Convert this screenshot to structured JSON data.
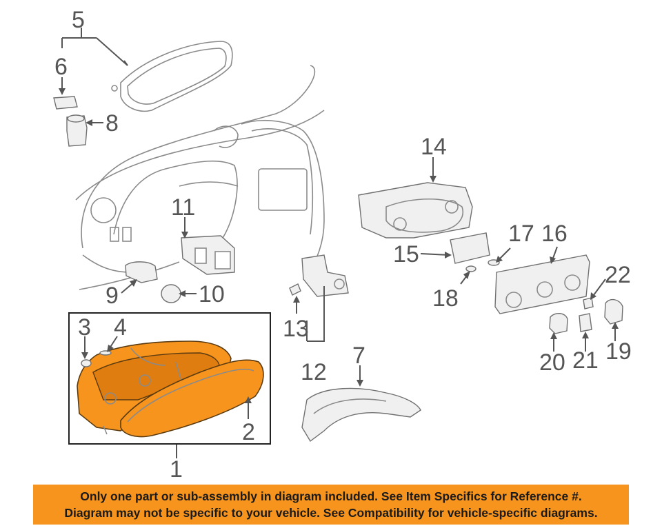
{
  "callouts": {
    "c1": "1",
    "c2": "2",
    "c3": "3",
    "c4": "4",
    "c5": "5",
    "c6": "6",
    "c7": "7",
    "c8": "8",
    "c9": "9",
    "c10": "10",
    "c11": "11",
    "c12": "12",
    "c13": "13",
    "c14": "14",
    "c15": "15",
    "c16": "16",
    "c17": "17",
    "c18": "18",
    "c19": "19",
    "c20": "20",
    "c21": "21",
    "c22": "22"
  },
  "notice": {
    "line1": "Only one part or sub-assembly in diagram included. See Item Specifics for Reference #.",
    "line2": "Diagram may not be specific to your vehicle. See Compatibility for vehicle-specific diagrams."
  },
  "colors": {
    "highlight": "#f7941d",
    "banner": "#f7941d",
    "lines": "#8a8a8a",
    "labels": "#555555"
  }
}
